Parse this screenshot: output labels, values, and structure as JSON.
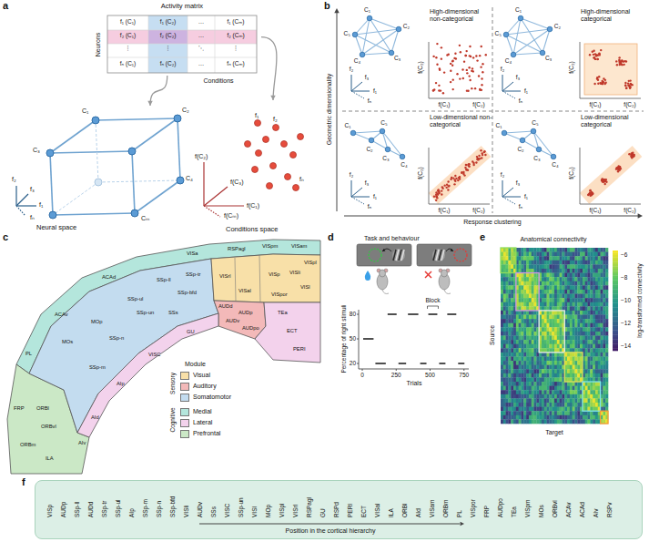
{
  "diagram": {
    "nodes": [
      {
        "text": [
          "Activity matrix"
        ]
      },
      {
        "text": [
          "Neural space"
        ]
      },
      {
        "text": [
          "Conditions space"
        ]
      },
      {
        "text": [
          "High-dimensional non-categorical"
        ]
      },
      {
        "text": [
          "High-dimensional categorical"
        ]
      },
      {
        "text": [
          "Low-dimensional non-categorical"
        ]
      },
      {
        "text": [
          "Low-dimensional categorical"
        ]
      },
      {
        "text": [
          "VISp",
          "AUDp",
          "SSp-ll",
          "AUDd",
          "SSp-tr",
          "SSp-ul",
          "AIp",
          "SSp-m",
          "SSp-n",
          "SSp-bfd",
          "VISli",
          "AUDv",
          "SSs",
          "VISC",
          "SSp-un",
          "VISl",
          "MOp",
          "VISpl",
          "VISrl",
          "RSPagl",
          "GU",
          "RSPd",
          "PERI",
          "ECT",
          "VISal",
          "ILA",
          "ORBl",
          "AId",
          "VISam",
          "ORBm",
          "PL",
          "VISpor",
          "FRP",
          "AUDpo",
          "TEa",
          "VISpm",
          "MOs",
          "ORBvl",
          "ACAv",
          "ACAd",
          "AIv",
          "RSPv",
          "Position in the cortical hierarchy"
        ]
      }
    ],
    "edges": [
      {
        "from": 0,
        "to": 1,
        "arrow": "to"
      },
      {
        "from": 0,
        "to": 2,
        "arrow": "to"
      }
    ],
    "labels": [
      "a",
      "b",
      "c",
      "d",
      "e",
      "f",
      "Neurons",
      "Conditions",
      "f₁ (C₁)",
      "f₁ (C₂)",
      "…",
      "f₁ (Cₘ)",
      "f₂ (C₁)",
      "f₂ (C₂)",
      "…",
      "f₂ (Cₘ)",
      "⋮",
      "⋮",
      "⋱",
      "⋮",
      "fₙ (C₁)",
      "fₙ (C₂)",
      "…",
      "fₙ (Cₘ)",
      "C₁",
      "C₂",
      "C₃",
      "C₄",
      "Cₘ",
      "f₁",
      "f₂",
      "f₃",
      "fₙ",
      "f(C₁)",
      "f(C₂)",
      "f(C₃)",
      "f(Cₘ)",
      "f₁",
      "f₂",
      "fₙ",
      "Geometric dimensionality",
      "Response clustering",
      "C₁",
      "C₂",
      "C₃",
      "C₄",
      "C₅",
      "f₁",
      "f₂",
      "f₃",
      "fₙ",
      "f(C₁)",
      "f(C₂)",
      "f(C₃)",
      "C₁",
      "C₂",
      "C₃",
      "C₄",
      "C₅",
      "f₁",
      "f₂",
      "f₃",
      "fₙ",
      "f(C₁)",
      "f(C₂)",
      "f(C₃)",
      "C₁",
      "C₂",
      "C₃",
      "C₄",
      "C₅",
      "f₁",
      "f₂",
      "f₃",
      "fₙ",
      "f(C₁)",
      "f(C₂)",
      "f(C₃)",
      "C₁",
      "C₂",
      "C₃",
      "C₄",
      "C₅",
      "f₁",
      "f₂",
      "f₃",
      "fₙ",
      "f(C₁)",
      "f(C₂)",
      "f(C₃)",
      "VISp",
      "VISl",
      "VISal",
      "VISrl",
      "VISpor",
      "VISli",
      "VISpl",
      "VISpm",
      "RSPagl",
      "VISam",
      "VISa",
      "ACAd",
      "ACAv",
      "PL",
      "MOs",
      "MOp",
      "SSp-ul",
      "SSp-ll",
      "SSp-tr",
      "SSp-bfd",
      "SSp-un",
      "SSp-n",
      "SSp-m",
      "SSs",
      "AUDd",
      "AUDp",
      "AUDv",
      "AUDpo",
      "TEa",
      "ECT",
      "PERI",
      "GU",
      "VISC",
      "AIp",
      "AId",
      "AIv",
      "FRP",
      "ORBl",
      "ORBvl",
      "ORBm",
      "ILA",
      "Module",
      "Sensory",
      "Cognitive",
      "Task and behaviour",
      "Percentage of right stimuli",
      "80",
      "50",
      "20",
      "0",
      "250",
      "500",
      "750",
      "Trials",
      "Block",
      "Anatomical connectivity",
      "Source",
      "Target",
      "log-transformed connectivity",
      "−6",
      "−8",
      "−10",
      "−12",
      "−14"
    ],
    "legend": [
      {
        "text": "Visual",
        "color": "#f8e0a8"
      },
      {
        "text": "Auditory",
        "color": "#f3b9b9"
      },
      {
        "text": "Somatomotor",
        "color": "#c3dcef"
      },
      {
        "text": "Medial",
        "color": "#b4e6dc"
      },
      {
        "text": "Lateral",
        "color": "#f3d2ec"
      },
      {
        "text": "Prefrontal",
        "color": "#cbe8c6"
      }
    ]
  }
}
